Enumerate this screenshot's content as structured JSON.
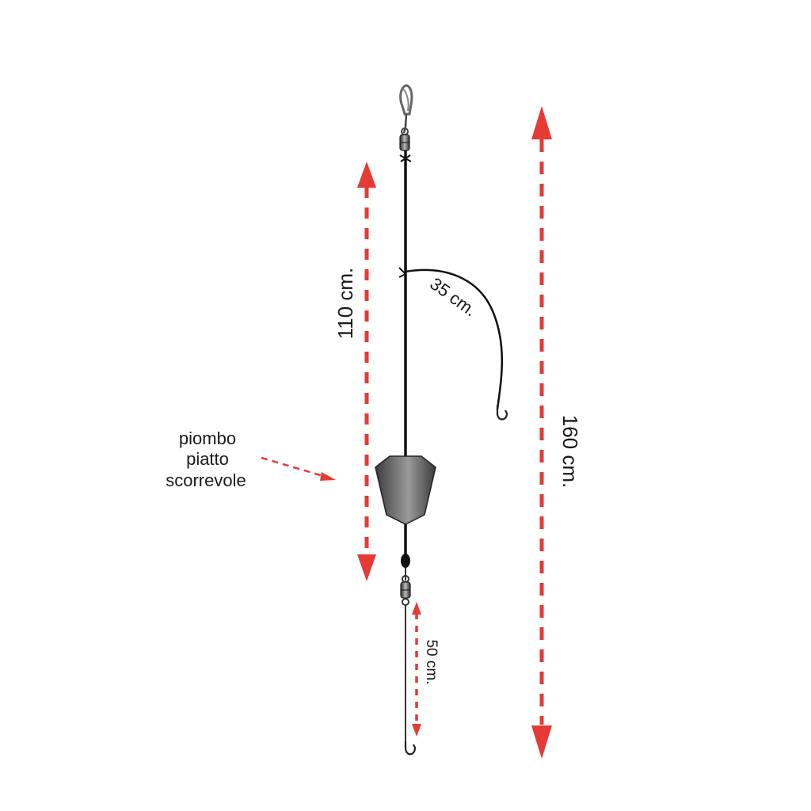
{
  "diagram": {
    "labels": {
      "total_length": "160 cm.",
      "main_length": "110 cm.",
      "branch_length": "35 cm.",
      "bottom_length": "50 cm.",
      "sinker_line1": "piombo",
      "sinker_line2": "piatto",
      "sinker_line3": "scorrevole"
    },
    "colors": {
      "arrow": "#e53a35",
      "line": "#111111",
      "sinker_dark": "#3d3d3d",
      "sinker_light": "#9a9a9a",
      "metal": "#8a8a8a"
    },
    "icons": {
      "snap": "snap-swivel-icon",
      "swivel": "barrel-swivel-icon",
      "hook": "fishing-hook-icon",
      "sinker": "flat-sliding-sinker-icon"
    }
  }
}
